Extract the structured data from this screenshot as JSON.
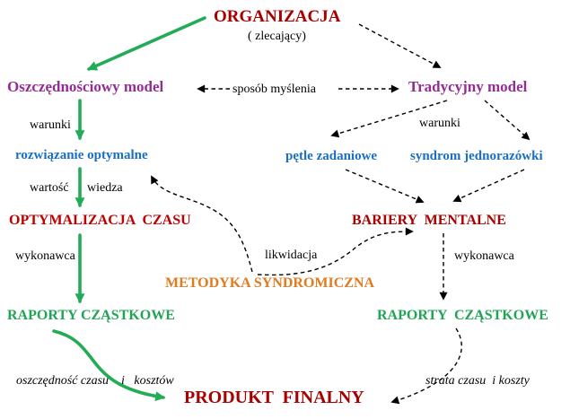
{
  "diagram_title": "ORGANIZACJA (zlecający) — schemat modeli organizacji czasu",
  "nodes": {
    "organizacja": "ORGANIZACJA",
    "zlecajacy": "( zlecający)",
    "oszczednosciowy_model": "Oszczędnościowy model",
    "tradycyjny_model": "Tradycyjny model",
    "rozwiazanie_optymalne": "rozwiązanie optymalne",
    "petle_zadaniowe": "pętle zadaniowe",
    "syndrom_jednorazowki": "syndrom jednorazówki",
    "optymalizacja_czasu": "OPTYMALIZACJA  CZASU",
    "bariery_mentalne": "BARIERY  MENTALNE",
    "metodyka_syndromiczna": "METODYKA SYNDROMICZNA",
    "raporty_czastkowe_left": "RAPORTY CZĄSTKOWE",
    "raporty_czastkowe_right": "RAPORTY  CZĄSTKOWE",
    "produkt_finalny": "PRODUKT  FINALNY"
  },
  "edge_labels": {
    "sposob_myslenia": "sposób myślenia",
    "warunki_left": "warunki",
    "warunki_right": "warunki",
    "wartosc": "wartość",
    "wiedza": "wiedza",
    "wykonawca_left": "wykonawca",
    "wykonawca_right": "wykonawca",
    "likwidacja": "likwidacja",
    "oszczednosc": "oszczędność czasu    i   kosztów",
    "strata": "strata czasu  i koszty"
  },
  "colors": {
    "dark_red": "#a80000",
    "red": "#c00000",
    "purple": "#942d94",
    "blue": "#1a6fc4",
    "green_text": "#21a455",
    "green_arrow": "#22ac57",
    "orange": "#e07b20",
    "black": "#000000",
    "background": "#ffffff"
  }
}
